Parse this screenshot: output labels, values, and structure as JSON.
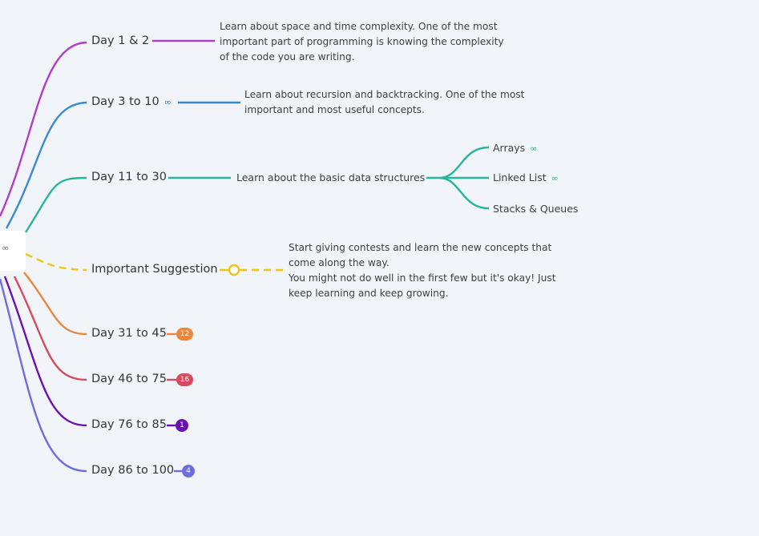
{
  "root": {
    "link_icon": "∞"
  },
  "colors": {
    "day1": "#b23ec8",
    "day3": "#3b8ad1",
    "day11": "#27b59c",
    "suggestion": "#f0c419",
    "day31": "#e8883e",
    "day46": "#d84a5e",
    "day76": "#6a11b0",
    "day86": "#6f6be0"
  },
  "branches": {
    "day1": {
      "label": "Day 1 & 2",
      "note": [
        "Learn about space and time complexity. One of the most",
        "important part of programming is knowing the complexity",
        "of the code you are writing."
      ]
    },
    "day3": {
      "label": "Day 3 to 10",
      "link_icon": "∞",
      "note": [
        "Learn about recursion and backtracking. One of the most",
        "important and most useful concepts."
      ]
    },
    "day11": {
      "label": "Day 11 to 30",
      "child": "Learn about the basic data structures",
      "items": [
        {
          "label": "Arrays",
          "link_icon": "∞"
        },
        {
          "label": "Linked List",
          "link_icon": "∞"
        },
        {
          "label": "Stacks & Queues"
        }
      ]
    },
    "suggestion": {
      "label": "Important Suggestion",
      "note": [
        "Start giving contests and learn the new concepts that",
        "come along the way.",
        "You might not do well in the first few but it's okay! Just",
        "keep learning and keep growing."
      ]
    },
    "day31": {
      "label": "Day 31 to 45",
      "count": "12"
    },
    "day46": {
      "label": "Day 46 to 75",
      "count": "16"
    },
    "day76": {
      "label": "Day 76 to 85",
      "count": "1"
    },
    "day86": {
      "label": "Day 86 to 100",
      "count": "4"
    }
  }
}
